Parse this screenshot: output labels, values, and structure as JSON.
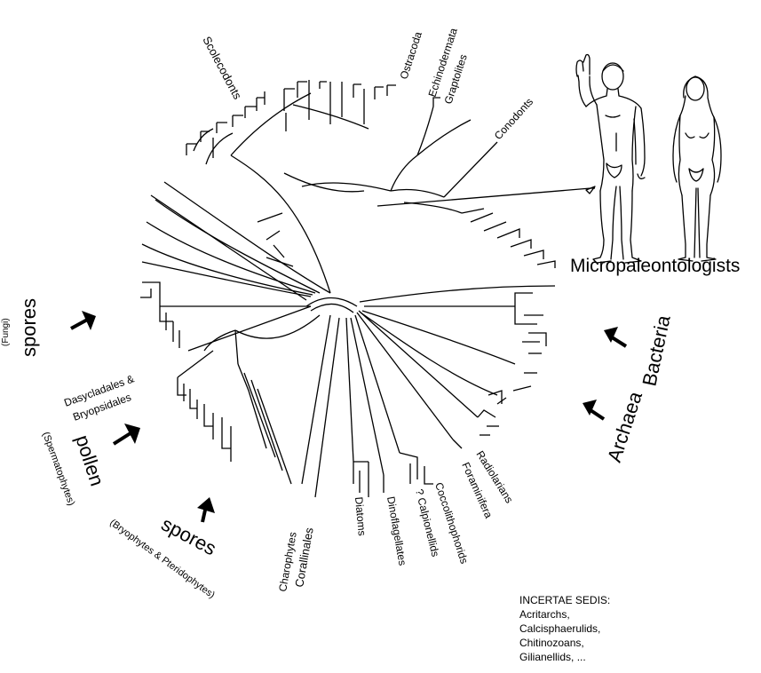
{
  "clade_labels": {
    "scolecodonts": "Scolecodonts",
    "ostracoda": "Ostracoda",
    "echinodermata": "Echinodermata",
    "graptolites": "Graptolites",
    "conodonts": "Conodonts",
    "micropaleontologists": "Micropaleontologists",
    "radiolarians": "Radiolarians",
    "foraminifera": "Foraminifera",
    "coccolithophorids": "Coccolithophorids",
    "calpionellids": "? Calpionellids",
    "dinoflagellates": "Dinoflagellates",
    "diatoms": "Diatoms",
    "charophytes": "Charophytes",
    "corallinales": "Corallinales",
    "dasycladales_line1": "Dasycladales &",
    "dasycladales_line2": "Bryopsidales"
  },
  "group_labels": {
    "bacteria": "Bacteria",
    "archaea": "Archaea",
    "spores_fungi": "spores",
    "fungi": "(Fungi)",
    "pollen": "pollen",
    "spermatophytes": "(Spermatophytes)",
    "spores_plants": "spores",
    "bryophytes": "(Bryophytes & Pteridophytes)"
  },
  "incertae_sedis": {
    "heading": "INCERTAE SEDIS:",
    "items": [
      "Acritarchs,",
      "Calcisphaerulids,",
      "Chitinozoans,",
      "Gilianellids, ..."
    ]
  },
  "icons": [
    "arrow-right-icon",
    "arrow-left-icon",
    "arrow-up-icon",
    "human-male-figure",
    "human-female-figure"
  ]
}
